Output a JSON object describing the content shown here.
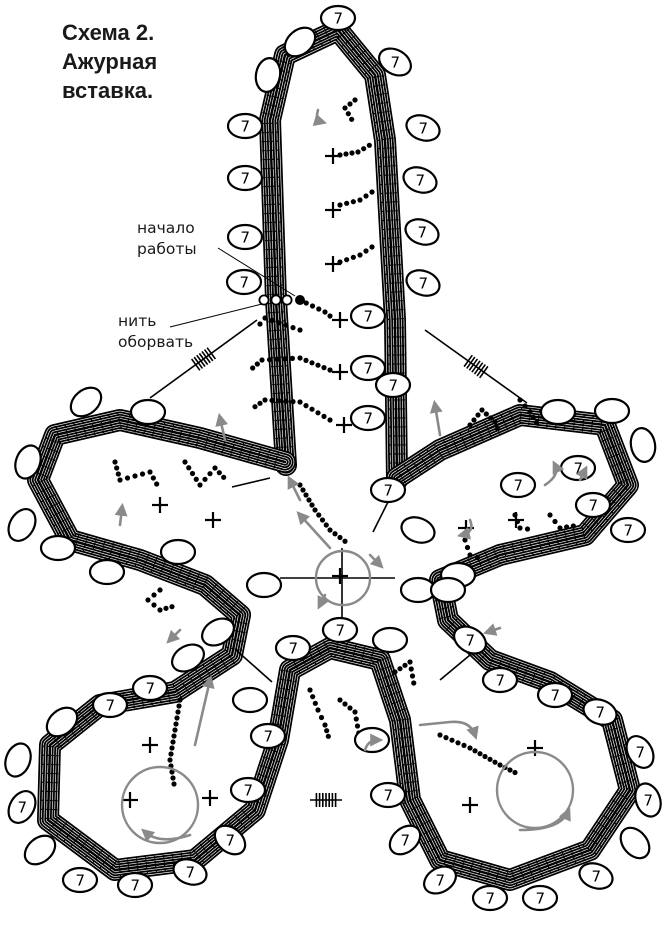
{
  "title": {
    "line1": "Схема 2.",
    "line2": "Ажурная",
    "line3": "вставка."
  },
  "annotations": {
    "start_line1": "начало",
    "start_line2": "работы",
    "cut_line1": "нить",
    "cut_line2": "оборвать"
  },
  "picot_label": "7",
  "colors": {
    "ink": "#000000",
    "arrow": "#8a8a8a",
    "background": "#ffffff"
  }
}
